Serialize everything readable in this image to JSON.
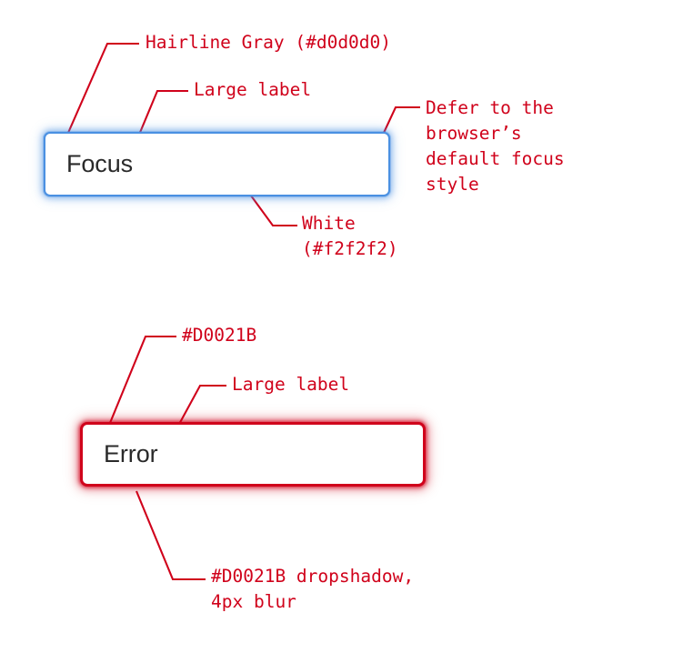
{
  "page": {
    "title": "Form Field States Annotation",
    "background": "#ffffff",
    "annotation_color": "#D0021B"
  },
  "fields": [
    {
      "id": "focus",
      "label": "Focus",
      "label_color": "#2a2a2a",
      "border_color": "#4a90e2",
      "fill_color": "#ffffff",
      "glow": "blue focus ring"
    },
    {
      "id": "error",
      "label": "Error",
      "label_color": "#2a2a2a",
      "border_color": "#D0021B",
      "fill_color": "#ffffff",
      "glow": "#D0021B dropshadow 4px blur"
    }
  ],
  "annotations": {
    "hairline_gray": "Hairline Gray (#d0d0d0)",
    "large_label_1": "Large label",
    "defer_focus": "Defer to the\nbrowser’s\ndefault focus\nstyle",
    "white_fill": "White\n(#f2f2f2)",
    "error_color": "#D0021B",
    "large_label_2": "Large label",
    "dropshadow": "#D0021B dropshadow,\n4px blur"
  },
  "colors": {
    "hairline_gray": "#d0d0d0",
    "white_fill": "#f2f2f2",
    "error_red": "#D0021B",
    "focus_blue": "#4a90e2"
  }
}
